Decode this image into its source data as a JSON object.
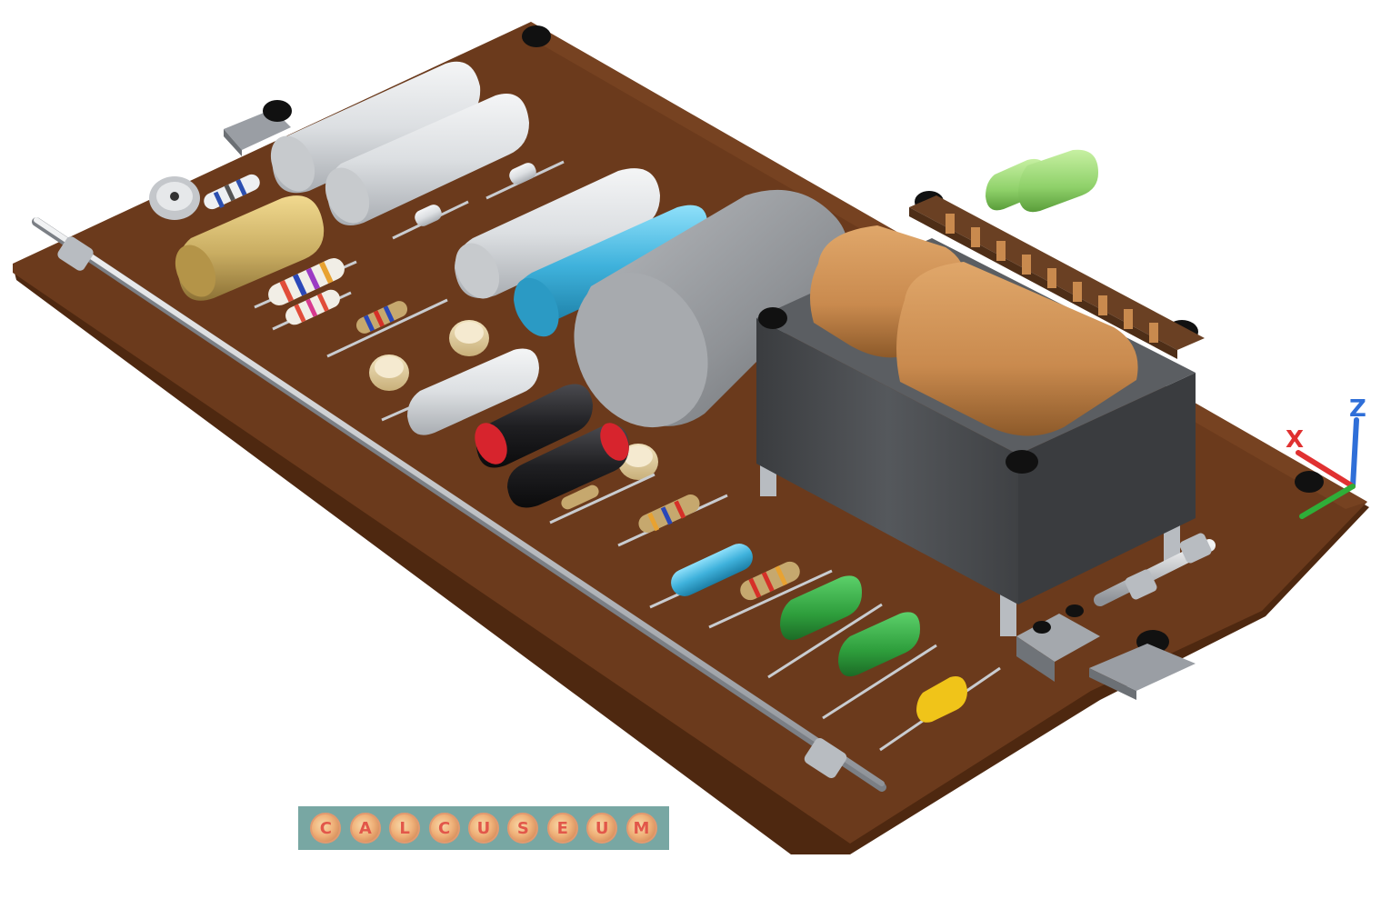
{
  "image": {
    "subject": "3D rendering of a circuit board with axial capacitors, resistors, transformer and mounting rail",
    "background": "#ffffff"
  },
  "colors": {
    "board": "#6b3a1c",
    "board_edge": "#4e2810",
    "transformer_core": "#4a4c4f",
    "transformer_coil": "#c98a4e",
    "electrolytic_silver": "#d9dcdf",
    "electrolytic_gold": "#c9ad62",
    "capacitor_blue": "#3fb2dc",
    "capacitor_grey": "#8f9296",
    "capacitor_green": "#2e9e3c",
    "capacitor_lightgreen": "#8fd16a",
    "capacitor_black": "#1f1f22",
    "capacitor_red_end": "#d7242d",
    "disc_capacitor": "#e9d59a",
    "tantalum_yellow": "#f0c419",
    "axis_x": "#e03131",
    "axis_y": "#2fae38",
    "axis_z": "#2f6fd8"
  },
  "axes": {
    "x_label": "X",
    "z_label": "Z"
  },
  "logo": {
    "letters": [
      "C",
      "A",
      "L",
      "C",
      "U",
      "S",
      "E",
      "U",
      "M"
    ],
    "background": "#78a7a3"
  }
}
